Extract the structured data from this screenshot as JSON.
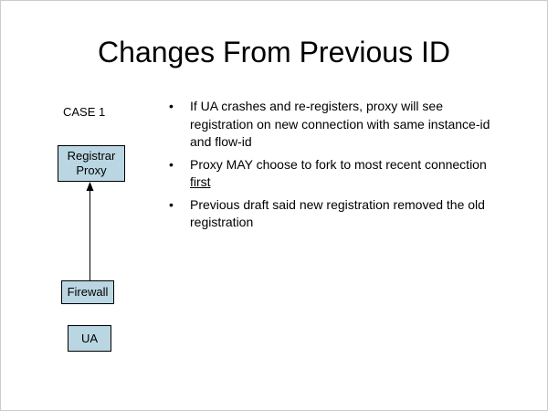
{
  "title": "Changes From Previous ID",
  "case_label": "CASE 1",
  "bullet_char": "•",
  "diagram": {
    "registrar_proxy": "Registrar Proxy",
    "firewall": "Firewall",
    "ua": "UA"
  },
  "bullets": [
    {
      "text": "If UA crashes and re-registers, proxy will see registration on new connection with same instance-id and flow-id"
    },
    {
      "text_before": "Proxy MAY choose to fork to most recent connection ",
      "underlined": "first"
    },
    {
      "text": "Previous draft said new registration removed the old registration"
    }
  ],
  "colors": {
    "box_fill": "#b9d6e2",
    "box_border": "#000000",
    "text": "#000000",
    "background": "#ffffff"
  }
}
